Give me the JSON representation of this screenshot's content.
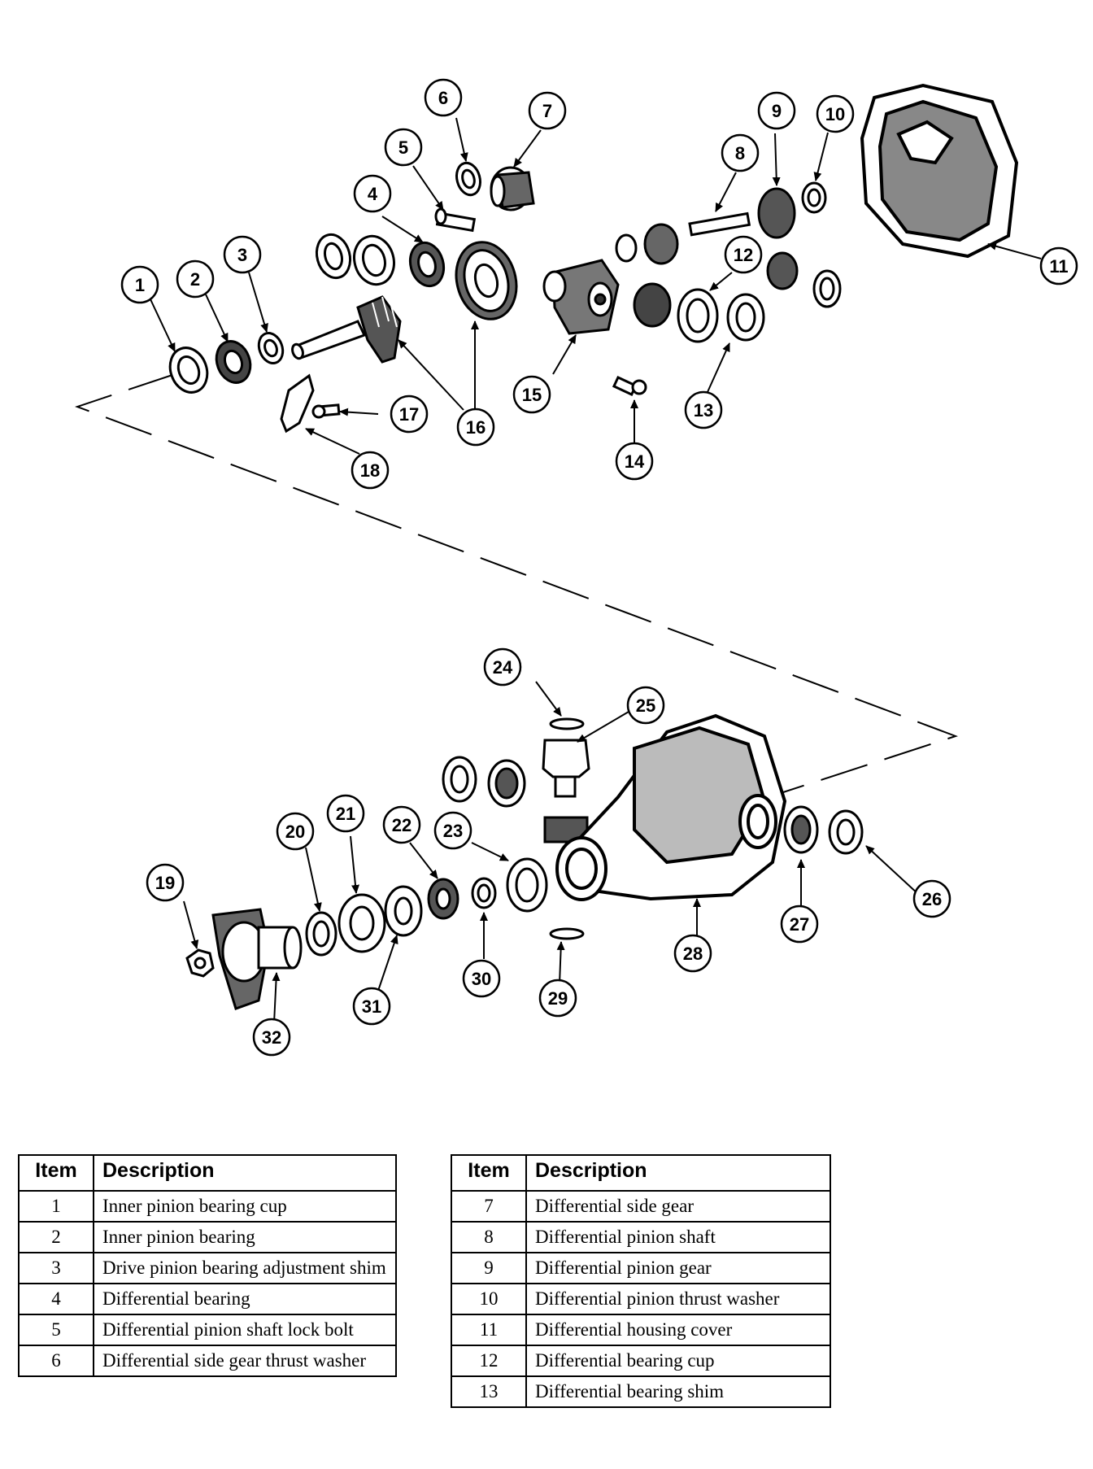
{
  "callouts": [
    "1",
    "2",
    "3",
    "4",
    "5",
    "6",
    "7",
    "8",
    "9",
    "10",
    "11",
    "12",
    "13",
    "14",
    "15",
    "16",
    "17",
    "18",
    "19",
    "20",
    "21",
    "22",
    "23",
    "24",
    "25",
    "26",
    "27",
    "28",
    "29",
    "30",
    "31",
    "32"
  ],
  "tables": {
    "left": {
      "header": {
        "item": "Item",
        "description": "Description"
      },
      "rows": [
        {
          "item": "1",
          "description": "Inner pinion bearing cup"
        },
        {
          "item": "2",
          "description": "Inner pinion bearing"
        },
        {
          "item": "3",
          "description": "Drive pinion bearing adjustment shim"
        },
        {
          "item": "4",
          "description": "Differential bearing"
        },
        {
          "item": "5",
          "description": "Differential pinion shaft lock bolt"
        },
        {
          "item": "6",
          "description": "Differential side gear thrust washer"
        }
      ]
    },
    "right": {
      "header": {
        "item": "Item",
        "description": "Description"
      },
      "rows": [
        {
          "item": "7",
          "description": "Differential side gear"
        },
        {
          "item": "8",
          "description": "Differential pinion shaft"
        },
        {
          "item": "9",
          "description": "Differential pinion gear"
        },
        {
          "item": "10",
          "description": "Differential pinion thrust washer"
        },
        {
          "item": "11",
          "description": "Differential housing cover"
        },
        {
          "item": "12",
          "description": "Differential bearing cup"
        },
        {
          "item": "13",
          "description": "Differential bearing shim"
        }
      ]
    }
  }
}
